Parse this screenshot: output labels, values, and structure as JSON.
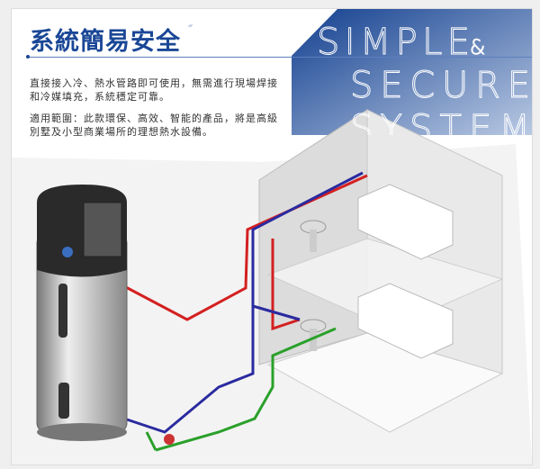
{
  "heading": {
    "title": "系統簡易安全",
    "quote_mark": "″"
  },
  "paragraphs": [
    "直接接入冷、熱水管路即可使用，無需進行現場焊接和冷媒填充，系統穩定可靠。",
    "適用範圍：此款環保、高效、智能的產品，將是高級別墅及小型商業場所的理想熱水設備。"
  ],
  "banner": {
    "line1": "SIMPLE",
    "amp": "&",
    "line2": "SECURE",
    "line3": "SYSTEM"
  },
  "colors": {
    "brand": "#1a4796",
    "hot_pipe": "#d42020",
    "cold_pipe": "#2a2aa0",
    "return_pipe": "#2aa02a"
  }
}
